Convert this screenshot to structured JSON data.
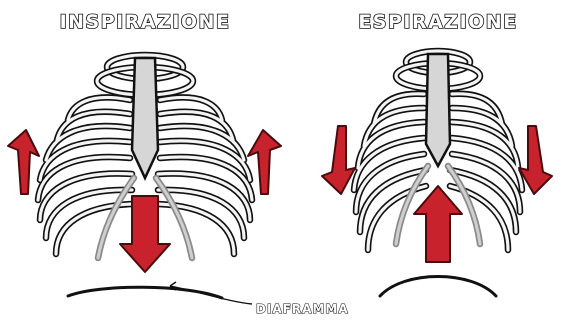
{
  "panels": {
    "inspiration": {
      "title": "INSPIRAZIONE"
    },
    "expiration": {
      "title": "ESPIRAZIONE"
    }
  },
  "labels": {
    "diaphragm": "DIAFRAMMA"
  },
  "colors": {
    "arrow": "#c8232c",
    "outline": "#111111",
    "sternum": "#d6d6d6",
    "background": "#ffffff"
  }
}
